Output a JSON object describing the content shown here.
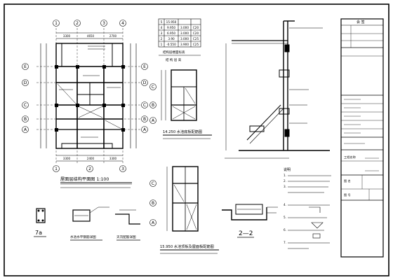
{
  "floor_plan": {
    "title": "屋面层结构平面图 1:100",
    "dims_top": [
      "3300",
      "4650",
      "2700"
    ],
    "dims_bottom": [
      "3300",
      "2400",
      "3300"
    ],
    "axes_top": [
      "1",
      "2",
      "3",
      "4"
    ],
    "axes_bottom": [
      "1",
      "2",
      "3"
    ],
    "axes_left": [
      "E",
      "D",
      "C",
      "B",
      "A"
    ],
    "axes_right": [
      "E",
      "D",
      "C",
      "B",
      "A"
    ]
  },
  "level_table": {
    "rows": [
      [
        "5",
        "15.950",
        "",
        ""
      ],
      [
        "4",
        "9.950",
        "3.000",
        "C20"
      ],
      [
        "3",
        "6.950",
        "3.000",
        "C20"
      ],
      [
        "2",
        "3.90",
        "3.000",
        "C25"
      ],
      [
        "1",
        "-0.550",
        "3.900",
        "C25"
      ]
    ]
  },
  "mid_section": {
    "header_top": "结构层楼面标高",
    "header_sub": "结 构 层 高",
    "level_a": "14.250",
    "level_a_title": "14.250 水池底板配筋图",
    "level_b": "15.950",
    "level_b_title": "15.950 水池顶板及屋面板配筋图"
  },
  "section_2_2": {
    "label": "2—2"
  },
  "details": {
    "d7a": "7a",
    "d7a_label": "水池水平钢筋详图",
    "d_slab_label": "天沟配筋详图"
  },
  "notes": {
    "title": "说明",
    "lines": [
      "1.",
      "2.",
      "3.",
      "4.",
      "5.",
      "6.",
      "7."
    ]
  },
  "title_block": {
    "head": "会 签",
    "rows": [
      "",
      "",
      "",
      "",
      "",
      "",
      ""
    ],
    "project_label": "工程名称",
    "drawing_label": "图 名",
    "sheet_label": "图 号"
  }
}
